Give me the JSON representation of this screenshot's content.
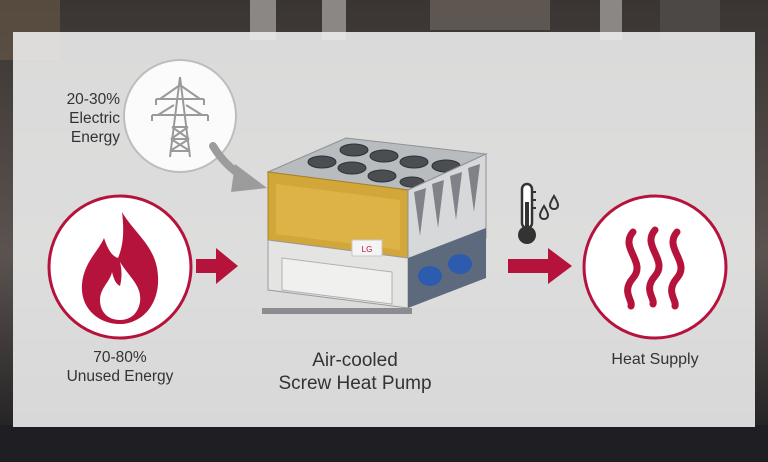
{
  "electric": {
    "line1": "20-30%",
    "line2": "Electric",
    "line3": "Energy",
    "icon": "transmission-tower-icon"
  },
  "unused": {
    "line1": "70-80%",
    "line2": "Unused Energy",
    "icon": "flame-icon"
  },
  "pump": {
    "line1": "Air-cooled",
    "line2": "Screw Heat Pump",
    "badge": "LG"
  },
  "supply": {
    "label": "Heat Supply",
    "icon": "heat-waves-icon"
  },
  "sensor": {
    "icon": "thermometer-drops-icon"
  },
  "colors": {
    "accent": "#b5133c",
    "panel": "#ececec",
    "text": "#333333",
    "icon_gray": "#999999"
  }
}
